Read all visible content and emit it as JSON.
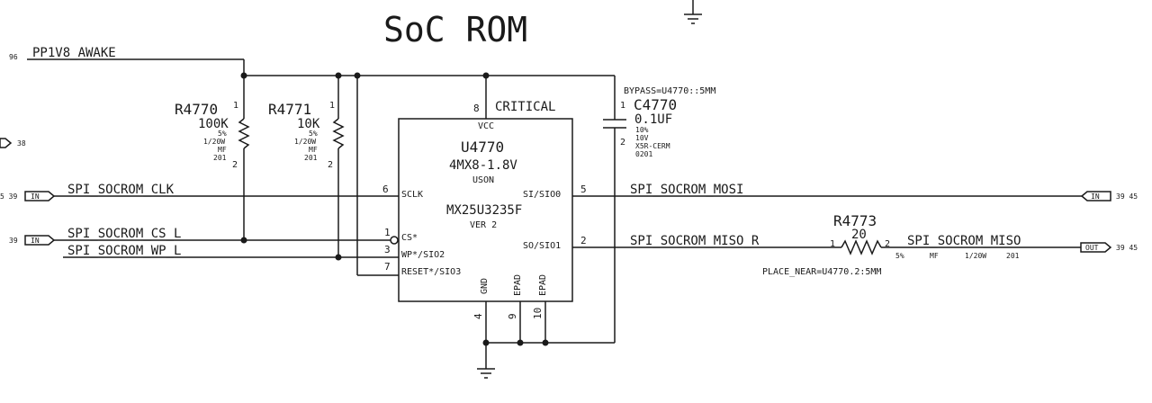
{
  "title": "SoC ROM",
  "ic": {
    "refdes": "U4770",
    "value": "4MX8-1.8V",
    "package": "USON",
    "part": "MX25U3235F",
    "version": "VER 2",
    "vcc_label": "VCC",
    "vcc_pin": "8",
    "critical": "CRITICAL",
    "pins_left": [
      {
        "num": "6",
        "name": "SCLK"
      },
      {
        "num": "1",
        "name": "CS*"
      },
      {
        "num": "3",
        "name": "WP*/SIO2"
      },
      {
        "num": "7",
        "name": "RESET*/SIO3"
      }
    ],
    "pins_right": [
      {
        "num": "5",
        "name": "SI/SIO0"
      },
      {
        "num": "2",
        "name": "SO/SIO1"
      }
    ],
    "pins_bottom": [
      {
        "num": "4",
        "name": "GND"
      },
      {
        "num": "9",
        "name": "EPAD"
      },
      {
        "num": "10",
        "name": "EPAD"
      }
    ]
  },
  "nets": {
    "power": "PP1V8_AWAKE",
    "power_ref": "96",
    "clk": "SPI_SOCROM_CLK",
    "cs": "SPI_SOCROM_CS_L",
    "wp": "SPI_SOCROM_WP_L",
    "mosi": "SPI_SOCROM_MOSI",
    "miso_r": "SPI_SOCROM_MISO_R",
    "miso": "SPI_SOCROM_MISO"
  },
  "ports": {
    "in": "IN",
    "out": "OUT",
    "left_top_ref": "38",
    "clk_refs": "5  39",
    "cs_ref": "39",
    "mosi_refs": "39  45",
    "miso_refs": "39  45"
  },
  "r4770": {
    "refdes": "R4770",
    "value": "100K",
    "tol": "5%",
    "power": "1/20W",
    "type": "MF",
    "size": "201",
    "pin1": "1",
    "pin2": "2"
  },
  "r4771": {
    "refdes": "R4771",
    "value": "10K",
    "tol": "5%",
    "power": "1/20W",
    "type": "MF",
    "size": "201",
    "pin1": "1",
    "pin2": "2"
  },
  "c4770": {
    "refdes": "C4770",
    "value": "0.1UF",
    "tol": "10%",
    "voltage": "10V",
    "dielectric": "X5R-CERM",
    "size": "0201",
    "bypass": "BYPASS=U4770::5MM",
    "pin1": "1",
    "pin2": "2"
  },
  "r4773": {
    "refdes": "R4773",
    "value": "20",
    "tol": "5%",
    "type": "MF",
    "power": "1/20W",
    "size": "201",
    "pin1": "1",
    "pin2": "2",
    "place": "PLACE_NEAR=U4770.2:5MM"
  }
}
